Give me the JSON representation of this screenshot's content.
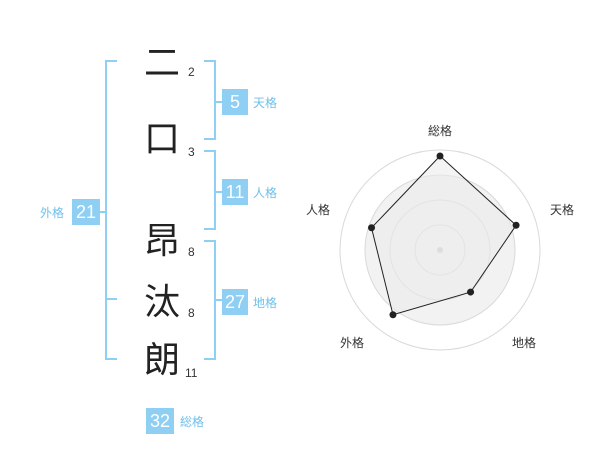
{
  "name": {
    "chars": [
      {
        "char": "二",
        "strokes": "2"
      },
      {
        "char": "口",
        "strokes": "3"
      },
      {
        "char": "昂",
        "strokes": "8"
      },
      {
        "char": "汰",
        "strokes": "8"
      },
      {
        "char": "朗",
        "strokes": "11"
      }
    ]
  },
  "fortunes": {
    "tenkaku": {
      "value": "5",
      "label": "天格"
    },
    "jinkaku": {
      "value": "11",
      "label": "人格"
    },
    "chikaku": {
      "value": "27",
      "label": "地格"
    },
    "gaikaku": {
      "value": "21",
      "label": "外格"
    },
    "soukaku": {
      "value": "32",
      "label": "総格"
    }
  },
  "colors": {
    "accent": "#8ecff3",
    "accent_text": "#6fc0ea"
  },
  "chart_data": {
    "type": "radar",
    "axes": [
      "総格",
      "天格",
      "地格",
      "外格",
      "人格"
    ],
    "values": [
      0.94,
      0.8,
      0.52,
      0.8,
      0.72
    ],
    "rings": 4,
    "range": [
      0,
      1
    ]
  }
}
